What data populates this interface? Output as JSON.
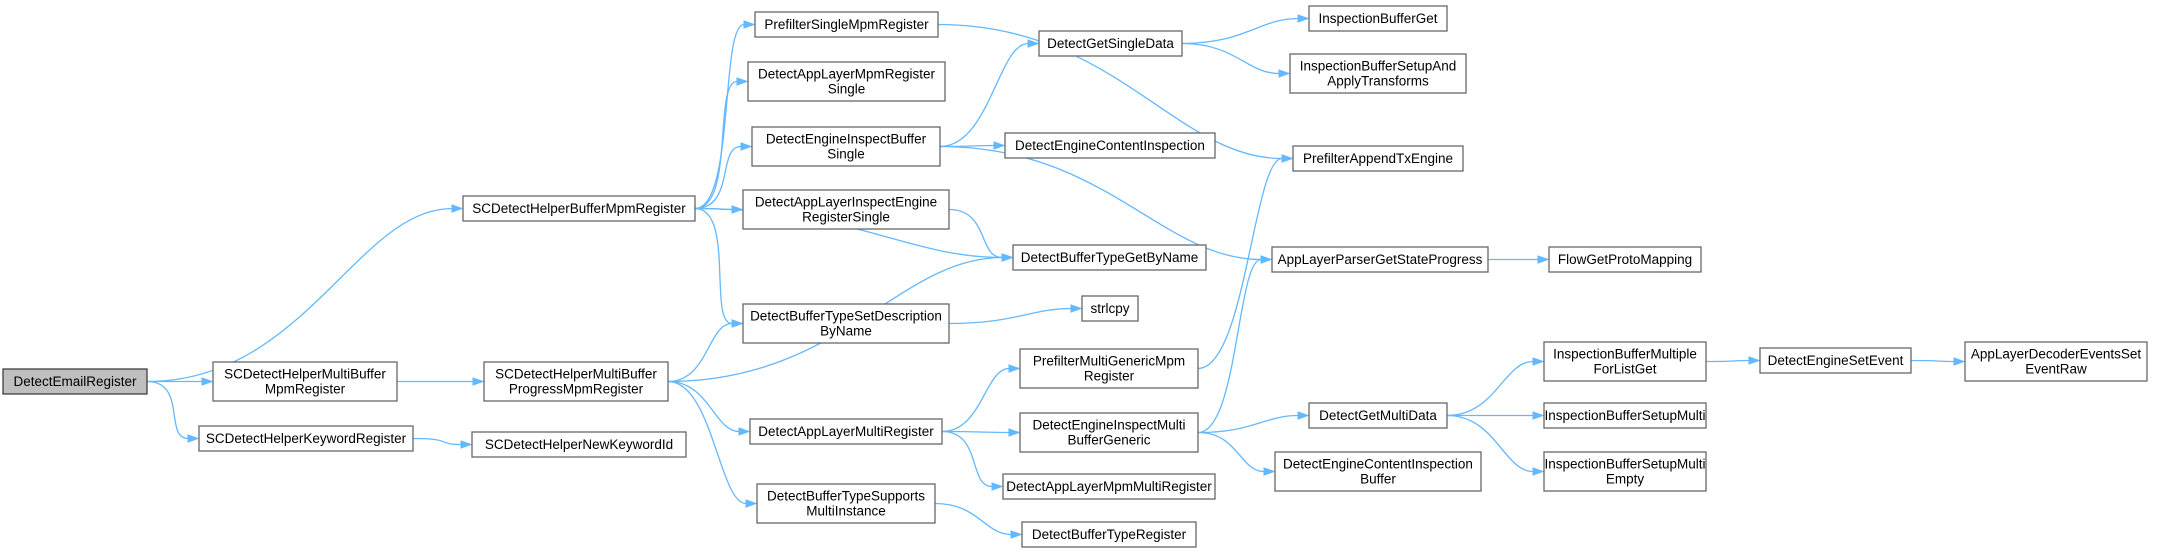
{
  "colors": {
    "edge": "#63b8ff",
    "node_border": "#666666",
    "root_fill": "#bfbfbf",
    "node_fill": "#ffffff"
  },
  "nodes": [
    {
      "id": "DetectEmailRegister",
      "lines": [
        "DetectEmailRegister"
      ],
      "root": true
    },
    {
      "id": "SCDetectHelperBufferMpmRegister",
      "lines": [
        "SCDetectHelperBufferMpmRegister"
      ]
    },
    {
      "id": "SCDetectHelperMultiBufferMpmRegister",
      "lines": [
        "SCDetectHelperMultiBuffer",
        "MpmRegister"
      ]
    },
    {
      "id": "SCDetectHelperKeywordRegister",
      "lines": [
        "SCDetectHelperKeywordRegister"
      ]
    },
    {
      "id": "SCDetectHelperMultiBufferProgressMpmRegister",
      "lines": [
        "SCDetectHelperMultiBuffer",
        "ProgressMpmRegister"
      ]
    },
    {
      "id": "SCDetectHelperNewKeywordId",
      "lines": [
        "SCDetectHelperNewKeywordId"
      ]
    },
    {
      "id": "PrefilterSingleMpmRegister",
      "lines": [
        "PrefilterSingleMpmRegister"
      ]
    },
    {
      "id": "DetectAppLayerMpmRegisterSingle",
      "lines": [
        "DetectAppLayerMpmRegister",
        "Single"
      ]
    },
    {
      "id": "DetectEngineInspectBufferSingle",
      "lines": [
        "DetectEngineInspectBuffer",
        "Single"
      ]
    },
    {
      "id": "DetectAppLayerInspectEngineRegisterSingle",
      "lines": [
        "DetectAppLayerInspectEngine",
        "RegisterSingle"
      ]
    },
    {
      "id": "DetectBufferTypeSetDescriptionByName",
      "lines": [
        "DetectBufferTypeSetDescription",
        "ByName"
      ]
    },
    {
      "id": "DetectAppLayerMultiRegister",
      "lines": [
        "DetectAppLayerMultiRegister"
      ]
    },
    {
      "id": "DetectBufferTypeSupportsMultiInstance",
      "lines": [
        "DetectBufferTypeSupports",
        "MultiInstance"
      ]
    },
    {
      "id": "DetectGetSingleData",
      "lines": [
        "DetectGetSingleData"
      ]
    },
    {
      "id": "DetectEngineContentInspection",
      "lines": [
        "DetectEngineContentInspection"
      ]
    },
    {
      "id": "DetectBufferTypeGetByName",
      "lines": [
        "DetectBufferTypeGetByName"
      ]
    },
    {
      "id": "strlcpy",
      "lines": [
        "strlcpy"
      ]
    },
    {
      "id": "PrefilterMultiGenericMpmRegister",
      "lines": [
        "PrefilterMultiGenericMpm",
        "Register"
      ]
    },
    {
      "id": "DetectEngineInspectMultiBufferGeneric",
      "lines": [
        "DetectEngineInspectMulti",
        "BufferGeneric"
      ]
    },
    {
      "id": "DetectAppLayerMpmMultiRegister",
      "lines": [
        "DetectAppLayerMpmMultiRegister"
      ]
    },
    {
      "id": "DetectBufferTypeRegister",
      "lines": [
        "DetectBufferTypeRegister"
      ]
    },
    {
      "id": "InspectionBufferGet",
      "lines": [
        "InspectionBufferGet"
      ]
    },
    {
      "id": "InspectionBufferSetupAndApplyTransforms",
      "lines": [
        "InspectionBufferSetupAnd",
        "ApplyTransforms"
      ]
    },
    {
      "id": "PrefilterAppendTxEngine",
      "lines": [
        "PrefilterAppendTxEngine"
      ]
    },
    {
      "id": "AppLayerParserGetStateProgress",
      "lines": [
        "AppLayerParserGetStateProgress"
      ]
    },
    {
      "id": "DetectGetMultiData",
      "lines": [
        "DetectGetMultiData"
      ]
    },
    {
      "id": "DetectEngineContentInspectionBuffer",
      "lines": [
        "DetectEngineContentInspection",
        "Buffer"
      ]
    },
    {
      "id": "FlowGetProtoMapping",
      "lines": [
        "FlowGetProtoMapping"
      ]
    },
    {
      "id": "InspectionBufferMultipleForListGet",
      "lines": [
        "InspectionBufferMultiple",
        "ForListGet"
      ]
    },
    {
      "id": "InspectionBufferSetupMulti",
      "lines": [
        "InspectionBufferSetupMulti"
      ]
    },
    {
      "id": "InspectionBufferSetupMultiEmpty",
      "lines": [
        "InspectionBufferSetupMulti",
        "Empty"
      ]
    },
    {
      "id": "DetectEngineSetEvent",
      "lines": [
        "DetectEngineSetEvent"
      ]
    },
    {
      "id": "AppLayerDecoderEventsSetEventRaw",
      "lines": [
        "AppLayerDecoderEventsSet",
        "EventRaw"
      ]
    }
  ],
  "edges": [
    [
      "DetectEmailRegister",
      "SCDetectHelperBufferMpmRegister"
    ],
    [
      "DetectEmailRegister",
      "SCDetectHelperMultiBufferMpmRegister"
    ],
    [
      "DetectEmailRegister",
      "SCDetectHelperKeywordRegister"
    ],
    [
      "SCDetectHelperBufferMpmRegister",
      "PrefilterSingleMpmRegister"
    ],
    [
      "SCDetectHelperBufferMpmRegister",
      "DetectAppLayerMpmRegisterSingle"
    ],
    [
      "SCDetectHelperBufferMpmRegister",
      "DetectEngineInspectBufferSingle"
    ],
    [
      "SCDetectHelperBufferMpmRegister",
      "DetectAppLayerInspectEngineRegisterSingle"
    ],
    [
      "SCDetectHelperBufferMpmRegister",
      "DetectBufferTypeGetByName"
    ],
    [
      "SCDetectHelperBufferMpmRegister",
      "DetectBufferTypeSetDescriptionByName"
    ],
    [
      "SCDetectHelperMultiBufferMpmRegister",
      "SCDetectHelperMultiBufferProgressMpmRegister"
    ],
    [
      "SCDetectHelperKeywordRegister",
      "SCDetectHelperNewKeywordId"
    ],
    [
      "SCDetectHelperMultiBufferProgressMpmRegister",
      "DetectBufferTypeSetDescriptionByName"
    ],
    [
      "SCDetectHelperMultiBufferProgressMpmRegister",
      "DetectBufferTypeGetByName"
    ],
    [
      "SCDetectHelperMultiBufferProgressMpmRegister",
      "DetectAppLayerMultiRegister"
    ],
    [
      "SCDetectHelperMultiBufferProgressMpmRegister",
      "DetectBufferTypeSupportsMultiInstance"
    ],
    [
      "PrefilterSingleMpmRegister",
      "PrefilterAppendTxEngine"
    ],
    [
      "DetectEngineInspectBufferSingle",
      "DetectGetSingleData"
    ],
    [
      "DetectEngineInspectBufferSingle",
      "DetectEngineContentInspection"
    ],
    [
      "DetectEngineInspectBufferSingle",
      "AppLayerParserGetStateProgress"
    ],
    [
      "DetectAppLayerInspectEngineRegisterSingle",
      "DetectBufferTypeGetByName"
    ],
    [
      "DetectBufferTypeSetDescriptionByName",
      "strlcpy"
    ],
    [
      "DetectAppLayerMultiRegister",
      "PrefilterMultiGenericMpmRegister"
    ],
    [
      "DetectAppLayerMultiRegister",
      "DetectEngineInspectMultiBufferGeneric"
    ],
    [
      "DetectAppLayerMultiRegister",
      "DetectAppLayerMpmMultiRegister"
    ],
    [
      "DetectBufferTypeSupportsMultiInstance",
      "DetectBufferTypeRegister"
    ],
    [
      "DetectGetSingleData",
      "InspectionBufferGet"
    ],
    [
      "DetectGetSingleData",
      "InspectionBufferSetupAndApplyTransforms"
    ],
    [
      "PrefilterMultiGenericMpmRegister",
      "PrefilterAppendTxEngine"
    ],
    [
      "DetectEngineInspectMultiBufferGeneric",
      "AppLayerParserGetStateProgress"
    ],
    [
      "DetectEngineInspectMultiBufferGeneric",
      "DetectGetMultiData"
    ],
    [
      "DetectEngineInspectMultiBufferGeneric",
      "DetectEngineContentInspectionBuffer"
    ],
    [
      "AppLayerParserGetStateProgress",
      "FlowGetProtoMapping"
    ],
    [
      "DetectGetMultiData",
      "InspectionBufferMultipleForListGet"
    ],
    [
      "DetectGetMultiData",
      "InspectionBufferSetupMulti"
    ],
    [
      "DetectGetMultiData",
      "InspectionBufferSetupMultiEmpty"
    ],
    [
      "InspectionBufferMultipleForListGet",
      "DetectEngineSetEvent"
    ],
    [
      "DetectEngineSetEvent",
      "AppLayerDecoderEventsSetEventRaw"
    ]
  ]
}
